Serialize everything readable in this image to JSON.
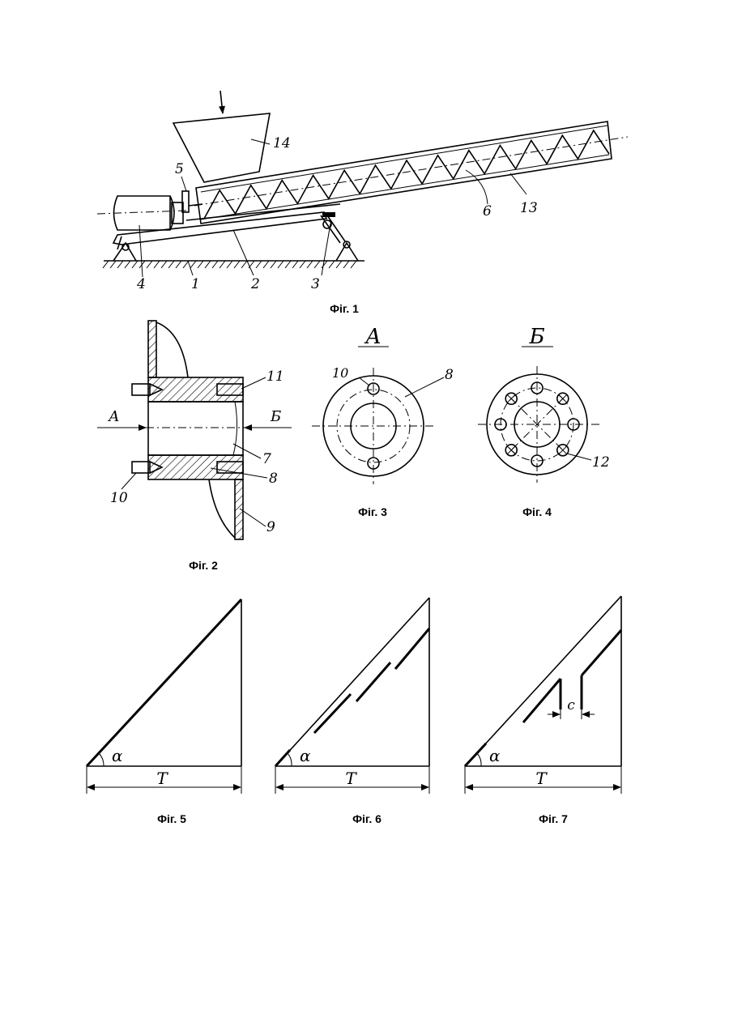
{
  "figures": {
    "fig1": {
      "caption": "Фіг. 1",
      "labels": {
        "l1": "1",
        "l2": "2",
        "l3": "3",
        "l4": "4",
        "l5": "5",
        "l6": "6",
        "l13": "13",
        "l14": "14"
      }
    },
    "fig2": {
      "caption": "Фіг. 2",
      "labels": {
        "a": "А",
        "b": "Б",
        "l7": "7",
        "l8": "8",
        "l9": "9",
        "l10": "10",
        "l11": "11"
      }
    },
    "fig3": {
      "caption": "Фіг. 3",
      "title": "А",
      "labels": {
        "l8": "8",
        "l10": "10"
      }
    },
    "fig4": {
      "caption": "Фіг. 4",
      "title": "Б",
      "labels": {
        "l12": "12"
      }
    },
    "fig5": {
      "caption": "Фіг. 5",
      "angle": "α",
      "base": "T"
    },
    "fig6": {
      "caption": "Фіг. 6",
      "angle": "α",
      "base": "T"
    },
    "fig7": {
      "caption": "Фіг. 7",
      "angle": "α",
      "base": "T",
      "gap": "c"
    }
  }
}
